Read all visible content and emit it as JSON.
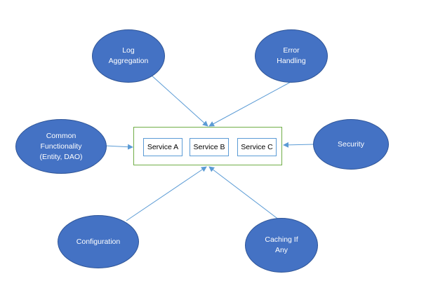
{
  "colors": {
    "bubble_fill": "#4472c4",
    "bubble_border": "#2f5597",
    "container_border": "#70ad47",
    "service_border": "#5b9bd5",
    "arrow": "#5b9bd5"
  },
  "nodes": {
    "log_aggregation": "Log\nAggregation",
    "error_handling": "Error\nHandling",
    "common_functionality": "Common\nFunctionality\n(Entity, DAO)",
    "security": "Security",
    "configuration": "Configuration",
    "caching": "Caching If\nAny"
  },
  "services": {
    "a": "Service A",
    "b": "Service B",
    "c": "Service C"
  },
  "edges": [
    {
      "from": "Log Aggregation",
      "to": "Services"
    },
    {
      "from": "Error Handling",
      "to": "Services"
    },
    {
      "from": "Common Functionality (Entity, DAO)",
      "to": "Services"
    },
    {
      "from": "Security",
      "to": "Services"
    },
    {
      "from": "Configuration",
      "to": "Services"
    },
    {
      "from": "Caching If Any",
      "to": "Services"
    }
  ]
}
